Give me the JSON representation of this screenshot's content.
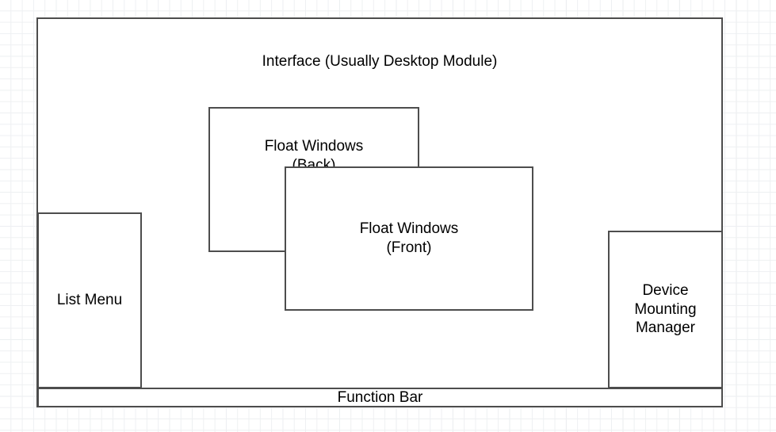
{
  "diagram": {
    "title": "Interface (Usually Desktop Module)",
    "background": "grid-paper",
    "stroke_color": "#4d4d4d",
    "fill_color": "#ffffff",
    "text_color": "#000000",
    "boxes": [
      {
        "id": "interface",
        "label": "Interface (Usually Desktop Module)",
        "label_position": "top-center"
      },
      {
        "id": "list-menu",
        "label": "List Menu",
        "label_position": "center"
      },
      {
        "id": "float-back",
        "label": "Float Windows\n(Back)",
        "label_position": "top-center"
      },
      {
        "id": "float-front",
        "label": "Float Windows\n(Front)",
        "label_position": "center"
      },
      {
        "id": "device-manager",
        "label": "Device\nMounting\nManager",
        "label_position": "center"
      },
      {
        "id": "function-bar",
        "label": "Function Bar",
        "label_position": "center"
      }
    ]
  }
}
